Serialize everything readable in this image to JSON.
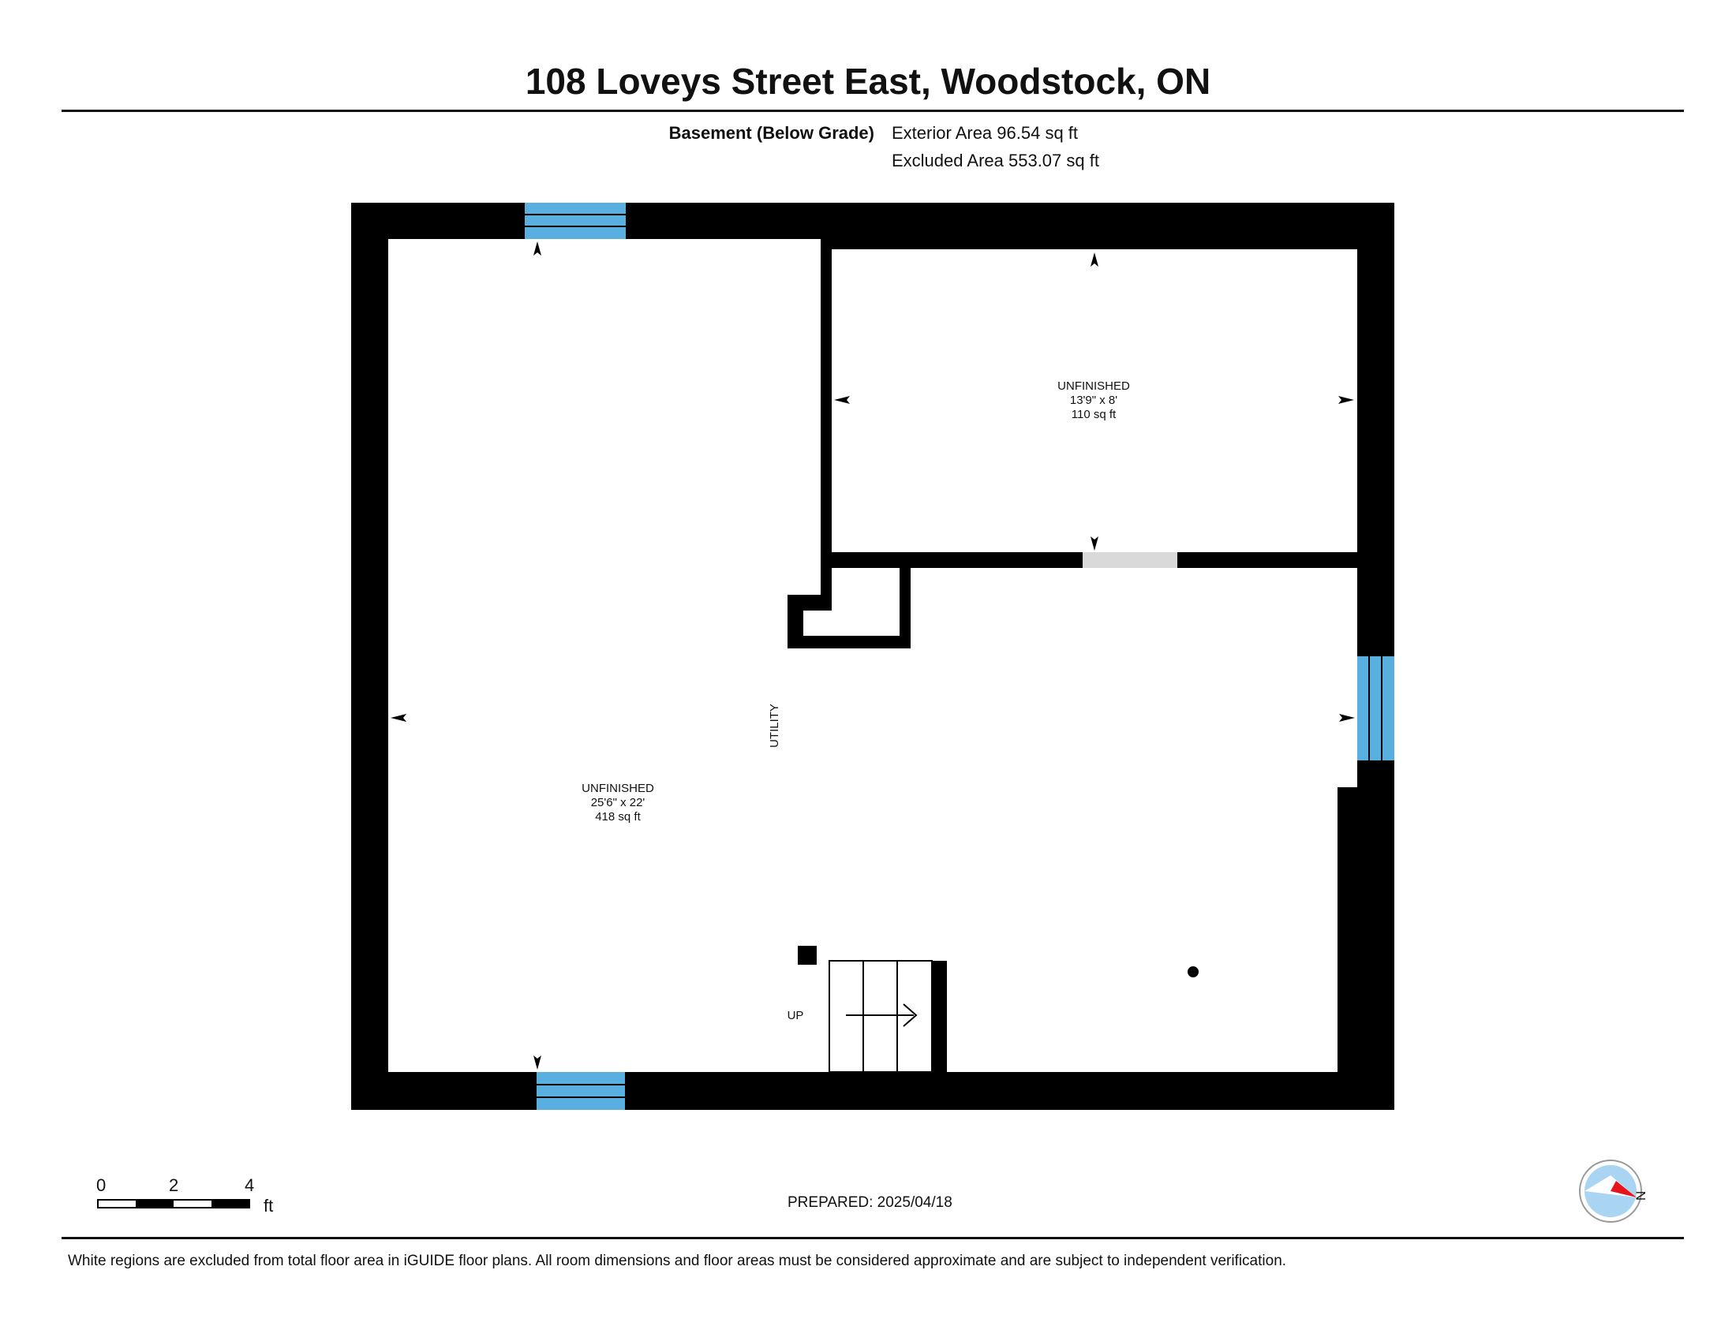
{
  "title": "108 Loveys Street East, Woodstock, ON",
  "level": {
    "name": "Basement (Below Grade)",
    "exterior_area": "Exterior Area 96.54 sq ft",
    "excluded_area": "Excluded Area 553.07 sq ft"
  },
  "rooms": {
    "main": {
      "name": "UNFINISHED",
      "dims": "25'6\" x 22'",
      "area": "418 sq ft"
    },
    "small": {
      "name": "UNFINISHED",
      "dims": "13'9\" x 8'",
      "area": "110 sq ft"
    },
    "utility": {
      "name": "UTILITY"
    },
    "stairs": {
      "label": "UP"
    }
  },
  "scale": {
    "ticks": [
      "0",
      "2",
      "4"
    ],
    "unit": "ft"
  },
  "compass": {
    "label": "N"
  },
  "prepared": "PREPARED: 2025/04/18",
  "footnote": "White regions are excluded from total floor area in iGUIDE floor plans. All room dimensions and floor areas must be considered approximate and are subject to independent verification.",
  "colors": {
    "wall": "#000000",
    "window": "#5aafe1",
    "door_opening": "#d9d9d9",
    "compass_pointer": "#e8141c",
    "compass_face": "#a9d4f2"
  }
}
